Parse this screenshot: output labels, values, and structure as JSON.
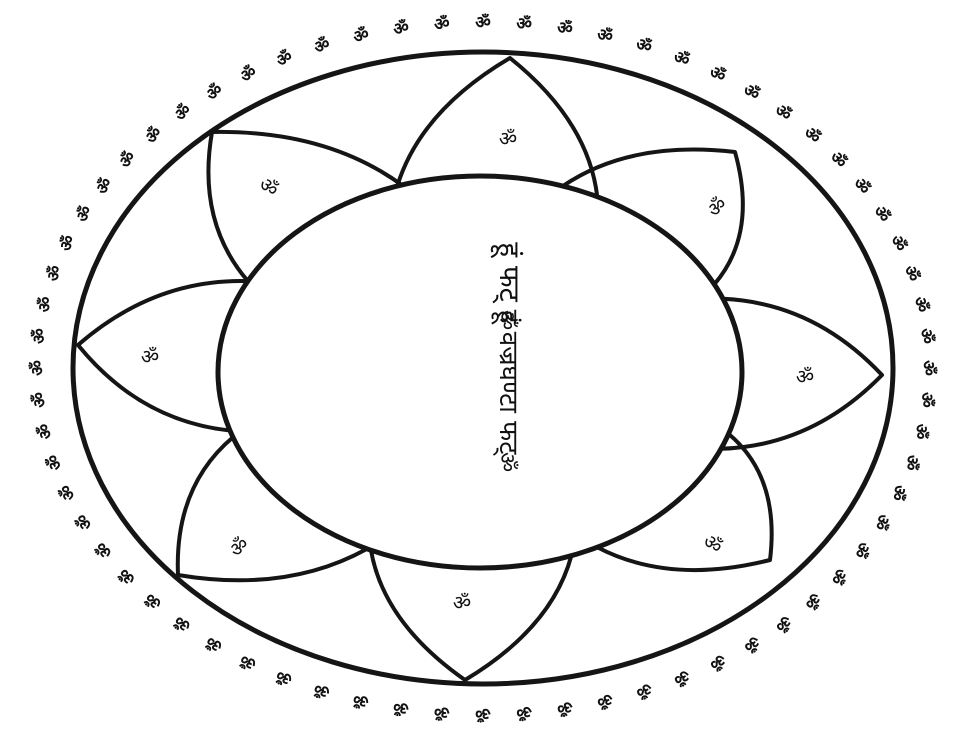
{
  "diagram": {
    "ink_color": "#151515",
    "paper_color": "#ffffff",
    "petal_labels": [
      "ॐ",
      "ॐ",
      "ॐ",
      "ॐ",
      "ॐ",
      "ॐ",
      "ॐ",
      "ॐ"
    ],
    "center_text": {
      "line1": "हूं फट्",
      "line2": "ॐ",
      "line3": "हूं वज्रघण्टा फट्",
      "line4": "ॐ"
    }
  }
}
